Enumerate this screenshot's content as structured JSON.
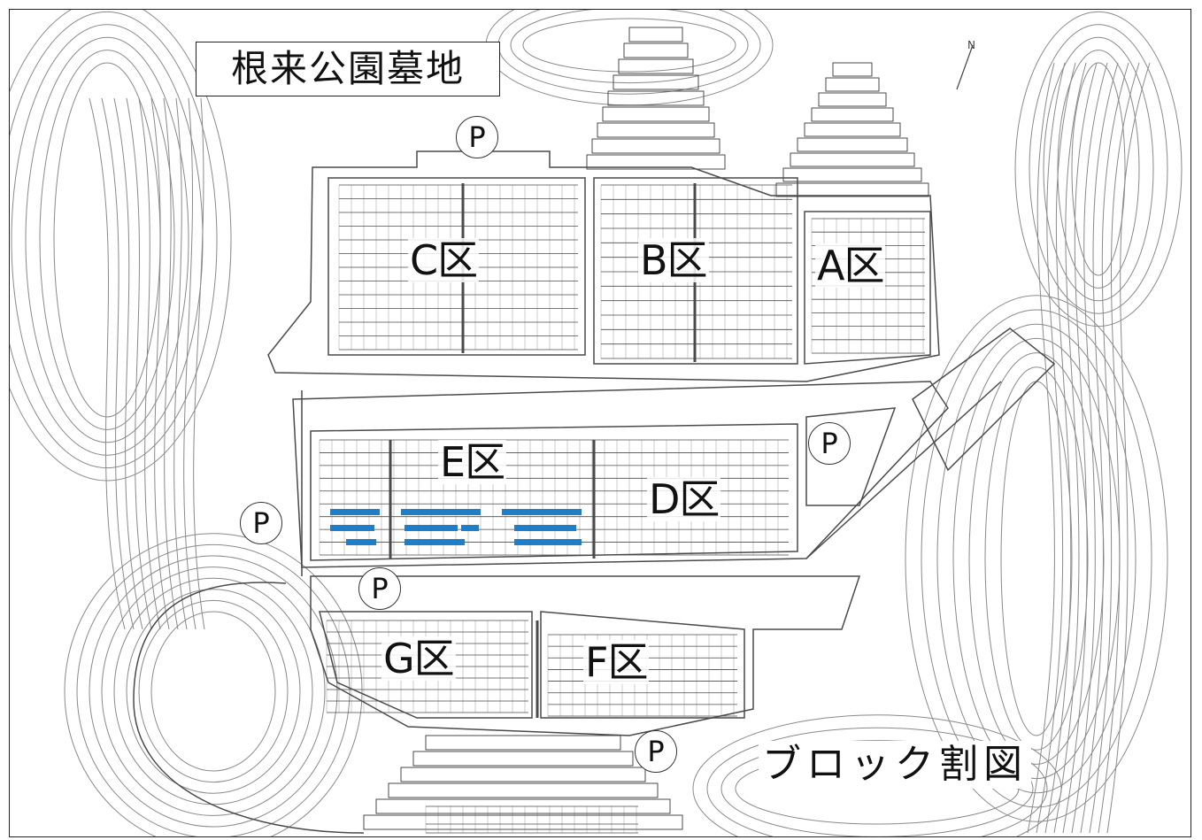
{
  "map": {
    "title": "根来公園墓地",
    "subtitle": "ブロック割図",
    "zones": [
      {
        "id": "C",
        "label": "C区"
      },
      {
        "id": "B",
        "label": "B区"
      },
      {
        "id": "A",
        "label": "A区"
      },
      {
        "id": "E",
        "label": "E区"
      },
      {
        "id": "D",
        "label": "D区"
      },
      {
        "id": "G",
        "label": "G区"
      },
      {
        "id": "F",
        "label": "F区"
      }
    ],
    "parking": [
      {
        "id": "top",
        "label": "P"
      },
      {
        "id": "right",
        "label": "P"
      },
      {
        "id": "left",
        "label": "P"
      },
      {
        "id": "middle",
        "label": "P"
      },
      {
        "id": "bottom",
        "label": "P"
      }
    ],
    "colors": {
      "line": "#4a4a4a",
      "contour": "#8a8a8a",
      "highlight_plots": "#1e7fc8"
    },
    "compass": "north-arrow-icon"
  }
}
